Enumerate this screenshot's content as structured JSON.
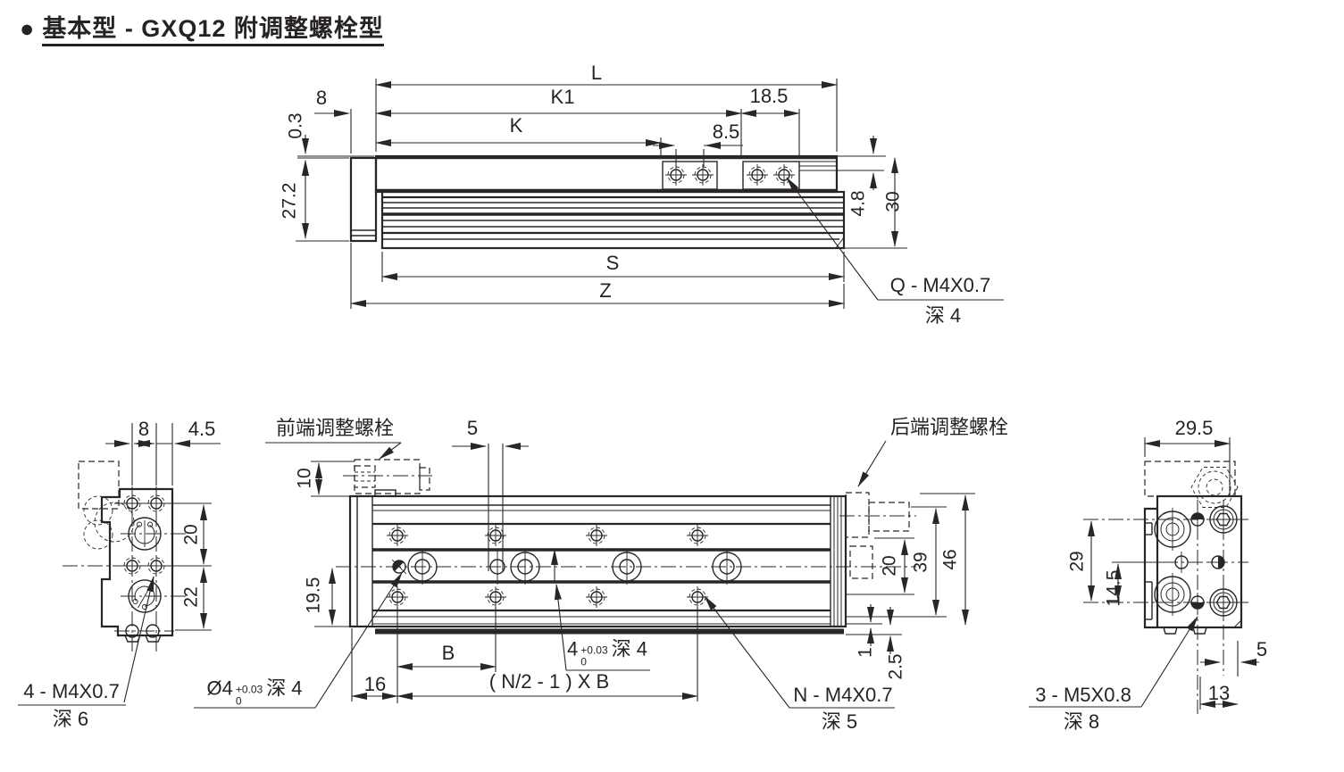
{
  "title": {
    "bullet": "●",
    "text": "基本型 - GXQ12 附调整螺栓型"
  },
  "colors": {
    "ink": "#2a2527",
    "background": "#ffffff"
  },
  "side_view": {
    "dim_L": "L",
    "dim_K1": "K1",
    "dim_K": "K",
    "dim_8": "8",
    "dim_18_5": "18.5",
    "dim_8_5": "8.5",
    "dim_0_3": "0.3",
    "dim_27_2": "27.2",
    "dim_4_8": "4.8",
    "dim_30": "30",
    "dim_S": "S",
    "dim_Z": "Z",
    "thread_note": "Q - M4X0.7",
    "thread_depth": "深 4"
  },
  "left_view": {
    "dim_8": "8",
    "dim_4_5": "4.5",
    "dim_20": "20",
    "dim_22": "22",
    "thread_note": "4 - M4X0.7",
    "thread_depth": "深 6"
  },
  "plan_view": {
    "front_bolt_label": "前端调整螺栓",
    "rear_bolt_label": "后端调整螺栓",
    "dim_5": "5",
    "dim_10": "10",
    "dim_19_5": "19.5",
    "dim_20": "20",
    "dim_39": "39",
    "dim_46": "46",
    "dim_1": "1",
    "dim_2_5": "2.5",
    "dim_B": "B",
    "dim_16": "16",
    "dim_pitch": "( N/2 - 1 ) X B",
    "slot_spec": {
      "nominal": "4",
      "tol_upper": "+0.03",
      "tol_lower": "0",
      "depth": "深 4"
    },
    "dowel_spec": {
      "nominal": "Ø4",
      "tol_upper": "+0.03",
      "tol_lower": "0",
      "depth": "深 4"
    },
    "thread_note": "N - M4X0.7",
    "thread_depth": "深 5"
  },
  "right_view": {
    "dim_29_5": "29.5",
    "dim_29": "29",
    "dim_14_5": "14.5",
    "dim_5": "5",
    "dim_13": "13",
    "thread_note": "3 - M5X0.8",
    "thread_depth": "深 8"
  }
}
